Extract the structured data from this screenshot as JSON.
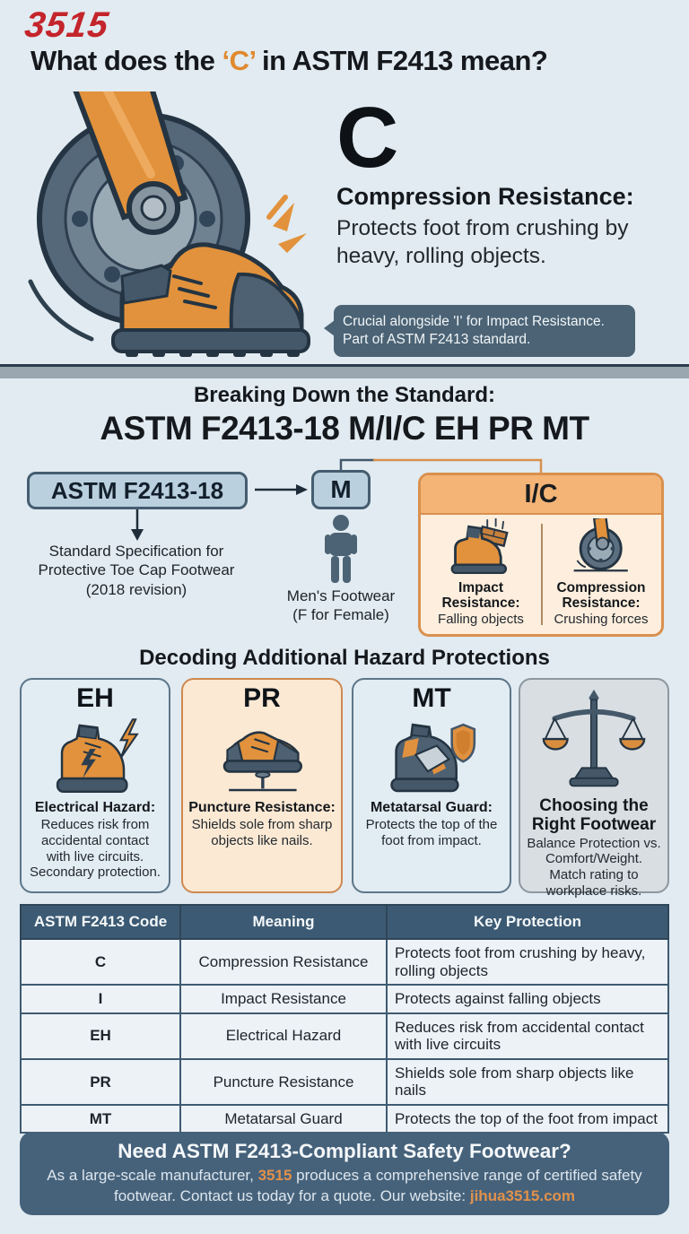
{
  "colors": {
    "background": "#e1ebf1",
    "brand_red": "#c4242b",
    "accent_orange": "#e0892f",
    "slate_dark": "#44607a",
    "panel_peach": "#fdeedd",
    "panel_orange_header": "#f4b476",
    "node_fill": "#bad0de",
    "table_header": "#3c5a73",
    "footer_bg": "#46627b",
    "link_orange": "#e0914c"
  },
  "header": {
    "logo": "3515",
    "title_pre": "What does the ",
    "title_code": "‘C’",
    "title_post": " in ASTM F2413 mean?"
  },
  "hero": {
    "letter": "C",
    "heading": "Compression Resistance:",
    "body": "Protects foot from crushing by heavy, rolling objects.",
    "callout": "Crucial alongside 'I' for Impact Resistance.\nPart of ASTM F2413 standard."
  },
  "breakdown": {
    "heading": "Breaking Down the Standard:",
    "code_line": "ASTM F2413-18 M/I/C EH PR MT",
    "astm_box": "ASTM F2413-18",
    "astm_caption": "Standard Specification for\nProtective Toe Cap Footwear\n(2018 revision)",
    "m_box": "M",
    "m_caption": "Men's Footwear\n(F for Female)",
    "ic_box": "I/C",
    "impact_title": "Impact\nResistance:",
    "impact_sub": "Falling objects",
    "compression_title": "Compression\nResistance:",
    "compression_sub": "Crushing forces"
  },
  "hazards": {
    "heading": "Decoding Additional Hazard Protections",
    "cards": [
      {
        "code": "EH",
        "title": "Electrical Hazard:",
        "body": "Reduces risk from\naccidental contact\nwith live circuits.\nSecondary protection."
      },
      {
        "code": "PR",
        "title": "Puncture Resistance:",
        "body": "Shields sole from sharp\nobjects like nails."
      },
      {
        "code": "MT",
        "title": "Metatarsal Guard:",
        "body": "Protects the top of the\nfoot from impact."
      },
      {
        "code": "",
        "title": "Choosing the\nRight Footwear",
        "body": "Balance Protection vs.\nComfort/Weight.\nMatch rating to\nworkplace risks."
      }
    ]
  },
  "table": {
    "headers": [
      "ASTM F2413 Code",
      "Meaning",
      "Key Protection"
    ],
    "rows": [
      {
        "code": "C",
        "meaning": "Compression Resistance",
        "protection": "Protects foot from crushing by heavy, rolling objects"
      },
      {
        "code": "I",
        "meaning": "Impact Resistance",
        "protection": "Protects against falling objects"
      },
      {
        "code": "EH",
        "meaning": "Electrical Hazard",
        "protection": "Reduces risk from accidental contact with live circuits"
      },
      {
        "code": "PR",
        "meaning": "Puncture Resistance",
        "protection": "Shields sole from sharp objects like nails"
      },
      {
        "code": "MT",
        "meaning": "Metatarsal Guard",
        "protection": "Protects the top of the foot from impact"
      }
    ]
  },
  "footer": {
    "title": "Need ASTM F2413-Compliant Safety Footwear?",
    "body_pre": "As a large-scale manufacturer, ",
    "brand": "3515",
    "body_mid": " produces a comprehensive range of certified safety footwear. Contact us today for a quote. Our website: ",
    "website": "jihua3515.com"
  }
}
